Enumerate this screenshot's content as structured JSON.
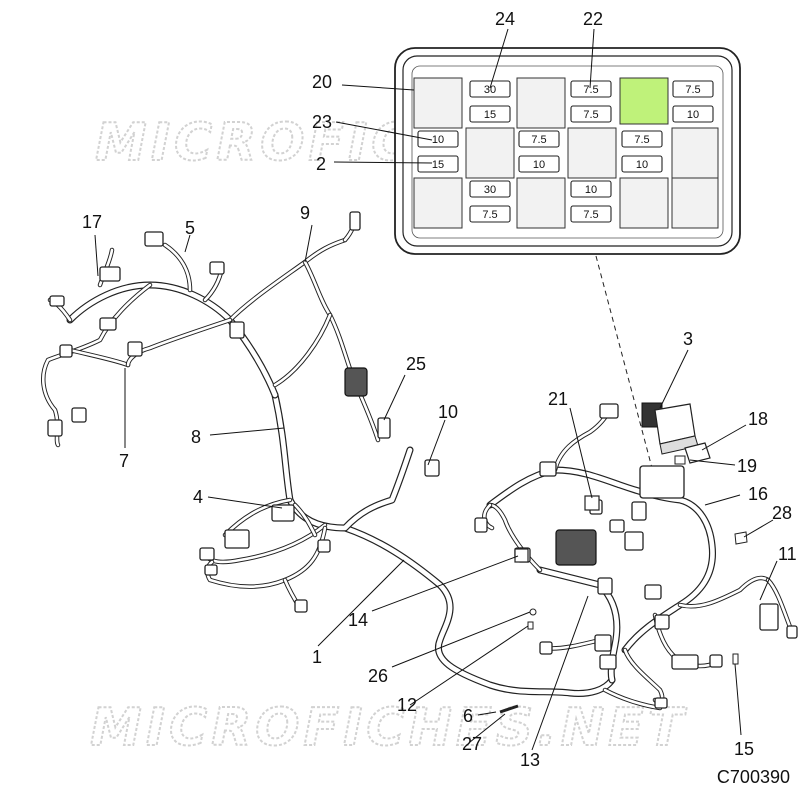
{
  "watermark": "MICROFICHES.NET",
  "figure_code": "C700390",
  "callouts": [
    {
      "id": "c1",
      "label": "1"
    },
    {
      "id": "c2",
      "label": "2"
    },
    {
      "id": "c3",
      "label": "3"
    },
    {
      "id": "c4",
      "label": "4"
    },
    {
      "id": "c5",
      "label": "5"
    },
    {
      "id": "c6",
      "label": "6"
    },
    {
      "id": "c7",
      "label": "7"
    },
    {
      "id": "c8",
      "label": "8"
    },
    {
      "id": "c9",
      "label": "9"
    },
    {
      "id": "c10",
      "label": "10"
    },
    {
      "id": "c11",
      "label": "11"
    },
    {
      "id": "c12",
      "label": "12"
    },
    {
      "id": "c13",
      "label": "13"
    },
    {
      "id": "c14",
      "label": "14"
    },
    {
      "id": "c15",
      "label": "15"
    },
    {
      "id": "c16",
      "label": "16"
    },
    {
      "id": "c17",
      "label": "17"
    },
    {
      "id": "c18",
      "label": "18"
    },
    {
      "id": "c19",
      "label": "19"
    },
    {
      "id": "c20",
      "label": "20"
    },
    {
      "id": "c21",
      "label": "21"
    },
    {
      "id": "c22",
      "label": "22"
    },
    {
      "id": "c23",
      "label": "23"
    },
    {
      "id": "c24",
      "label": "24"
    },
    {
      "id": "c25",
      "label": "25"
    },
    {
      "id": "c26",
      "label": "26"
    },
    {
      "id": "c27",
      "label": "27"
    },
    {
      "id": "c28",
      "label": "28"
    }
  ],
  "fuse_box": {
    "highlight_color": "#bff27a",
    "fuses": [
      {
        "id": "f1",
        "label": "30"
      },
      {
        "id": "f2",
        "label": "15"
      },
      {
        "id": "f3",
        "label": "7.5"
      },
      {
        "id": "f4",
        "label": "7.5"
      },
      {
        "id": "f5",
        "label": "7.5"
      },
      {
        "id": "f6",
        "label": "10"
      },
      {
        "id": "f7",
        "label": "10"
      },
      {
        "id": "f8",
        "label": "15"
      },
      {
        "id": "f9",
        "label": "7.5"
      },
      {
        "id": "f10",
        "label": "10"
      },
      {
        "id": "f11",
        "label": "7.5"
      },
      {
        "id": "f12",
        "label": "10"
      },
      {
        "id": "f13",
        "label": "30"
      },
      {
        "id": "f14",
        "label": "7.5"
      },
      {
        "id": "f15",
        "label": "10"
      },
      {
        "id": "f16",
        "label": "7.5"
      }
    ]
  }
}
